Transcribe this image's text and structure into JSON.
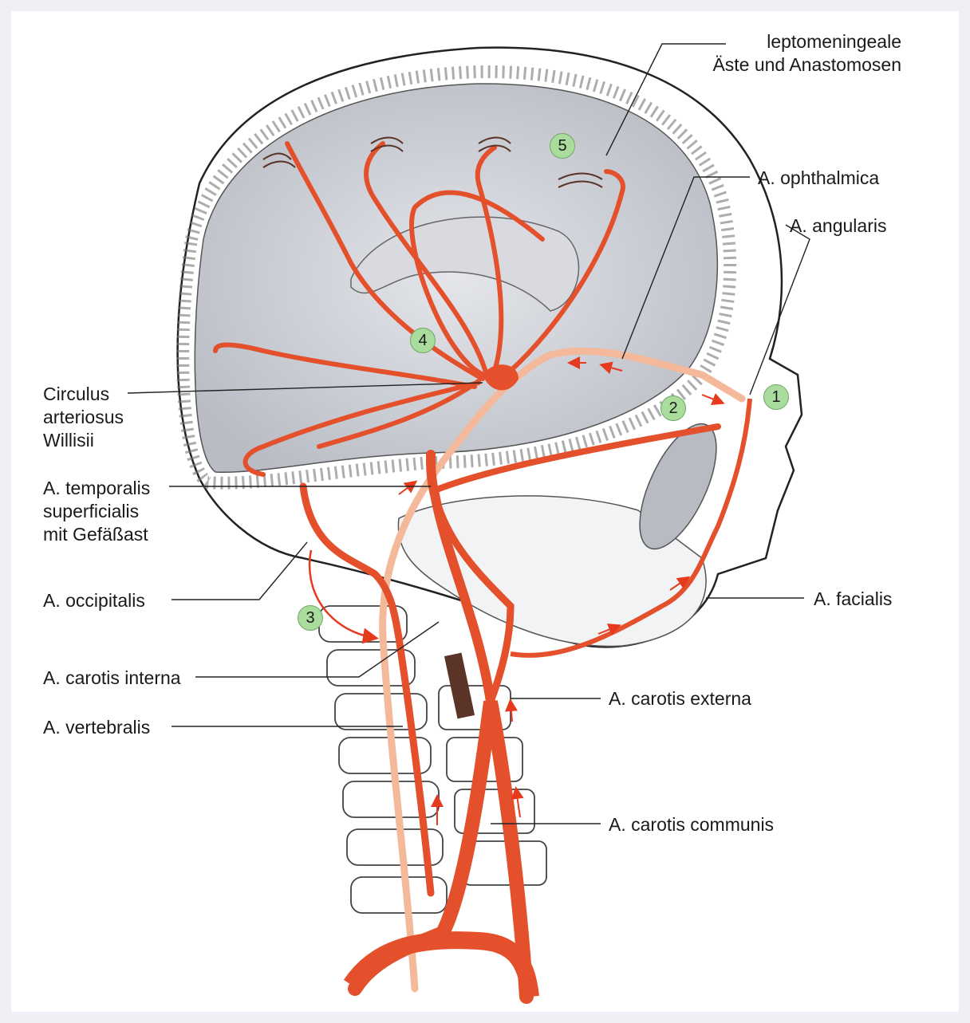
{
  "labels": {
    "leptomeningeale": [
      "leptomeningeale",
      "Äste und Anastomosen"
    ],
    "ophthalmica": "A. ophthalmica",
    "angularis": "A. angularis",
    "circulus": [
      "Circulus",
      "arteriosus",
      "Willisii"
    ],
    "temporalis": [
      "A. temporalis",
      "superficialis",
      "mit Gefäßast"
    ],
    "occipitalis": "A. occipitalis",
    "facialis": "A. facialis",
    "carotis_interna": "A. carotis interna",
    "carotis_externa": "A. carotis externa",
    "vertebralis": "A. vertebralis",
    "carotis_communis": "A. carotis communis"
  },
  "markers": [
    "1",
    "2",
    "3",
    "4",
    "5"
  ],
  "colors": {
    "artery": "#e3502b",
    "artery_dark": "#b8361a",
    "artery_pale": "#f4b99b",
    "arrow": "#e63a1e",
    "brain": "#c9ccd3",
    "bone_outline": "#222222",
    "marker_fill": "#a9dc9d",
    "occlusion": "#5a3426"
  }
}
